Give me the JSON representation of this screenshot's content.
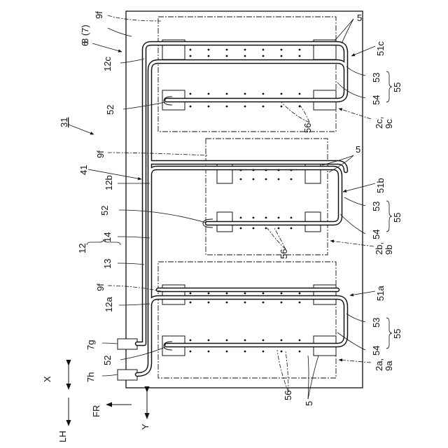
{
  "labels": {
    "l5_top": "5",
    "l9f_top": "9f",
    "l87": "8 (7)",
    "l6": "6",
    "l12c": "12c",
    "l51c": "51c",
    "l53_top": "53",
    "l55_top": "55",
    "l54_top": "54",
    "l52_top": "52",
    "l56_top": "56",
    "l2c9c": "2c,\n9c",
    "l31": "31",
    "l41": "41",
    "l9f_mid": "9f",
    "l12b": "12b",
    "l5_mid": "5",
    "l51b": "51b",
    "l52_mid": "52",
    "l53_mid": "53",
    "l55_mid": "55",
    "l54_mid": "54",
    "l12": "12",
    "l14": "14",
    "l13": "13",
    "l56_mid": "56",
    "l2b9b": "2b,\n9b",
    "l9f_bot": "9f",
    "l12a": "12a",
    "l51a": "51a",
    "l53_bot": "53",
    "l55_bot": "55",
    "l54_bot": "54",
    "l7g": "7g",
    "l52_bot": "52",
    "l7h": "7h",
    "l2a9a": "2a,\n9a",
    "l56_bot": "56",
    "l5_bot": "5",
    "lX": "X",
    "lFR": "FR",
    "lY": "Y",
    "lLH": "LH"
  }
}
